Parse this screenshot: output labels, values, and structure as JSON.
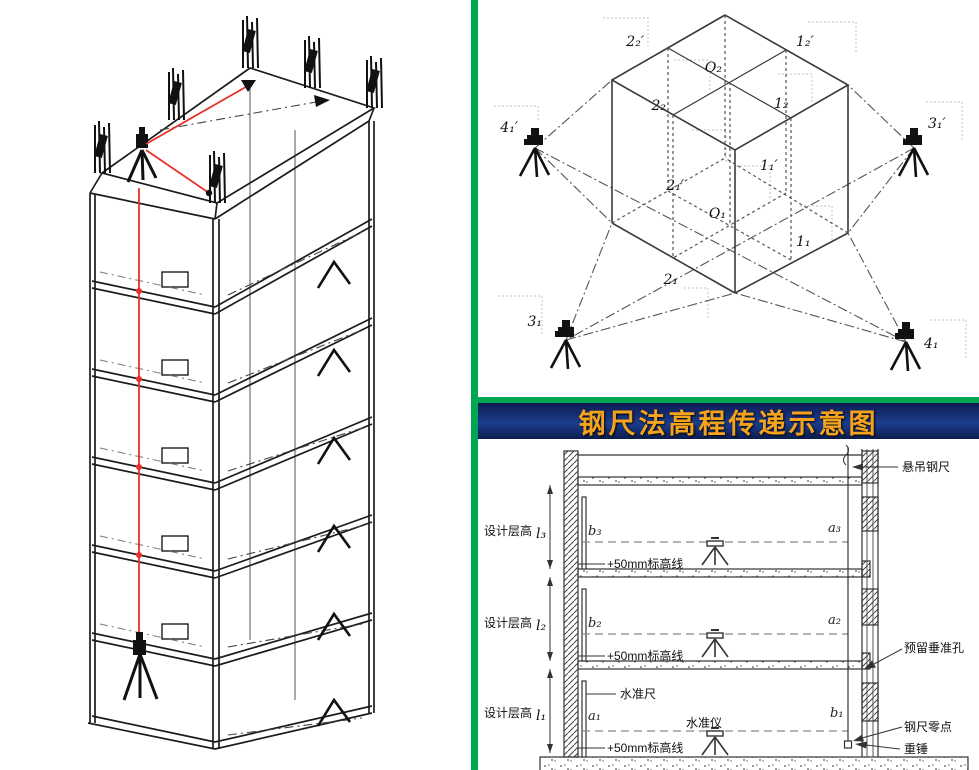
{
  "colors": {
    "divider_green": "#00a651",
    "banner_navy": "#12275e",
    "title_orange": "#f5a31d",
    "laser_red": "#e8302a"
  },
  "top_right_diagram": {
    "roof_axis_left": "2₂′",
    "roof_axis_right": "1₂′",
    "roof_center": "O₂",
    "roof_front_left": "2₂",
    "roof_front_right": "1₂",
    "ground_axis_left": "2₁′",
    "ground_axis_right": "1₁′",
    "ground_center": "O₁",
    "ground_front_left": "2₁",
    "ground_front_right": "1₁",
    "station_left": "4₁′",
    "station_right": "3₁′",
    "station_bottom_left": "3₁",
    "station_bottom_right": "4₁"
  },
  "bottom_right_diagram": {
    "title": "钢尺法高程传递示意图",
    "floors": [
      {
        "storey_label": "设计层高",
        "height_symbol": "l₃",
        "left_point": "b₃",
        "right_point": "a₃",
        "mark_label": "+50mm标高线"
      },
      {
        "storey_label": "设计层高",
        "height_symbol": "l₂",
        "left_point": "b₂",
        "right_point": "a₂",
        "mark_label": "+50mm标高线"
      },
      {
        "storey_label": "设计层高",
        "height_symbol": "l₁",
        "left_point": "a₁",
        "right_point": "b₁",
        "mark_label": "+50mm标高线"
      }
    ],
    "callouts": {
      "hanging_tape": "悬吊钢尺",
      "reserved_hole": "预留垂准孔",
      "tape_zero_point": "钢尺零点",
      "plumb_weight": "重锤",
      "leveling_staff": "水准尺",
      "level_instrument": "水准仪"
    }
  }
}
